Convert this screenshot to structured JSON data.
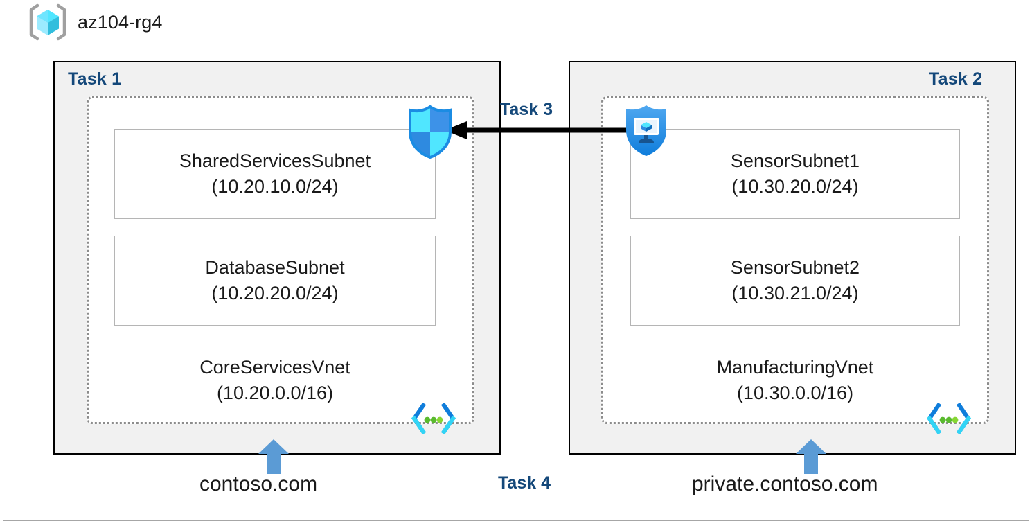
{
  "resource_group": {
    "name": "az104-rg4",
    "icon": "azure-resource-group-icon"
  },
  "task1": {
    "title": "Task 1",
    "vnet": {
      "name": "CoreServicesVnet",
      "cidr": "(10.20.0.0/16)",
      "icon": "virtual-network-icon"
    },
    "subnets": [
      {
        "name": "SharedServicesSubnet",
        "cidr": "(10.20.10.0/24)"
      },
      {
        "name": "DatabaseSubnet",
        "cidr": "(10.20.20.0/24)"
      }
    ],
    "dns_zone": "contoso.com"
  },
  "task2": {
    "title": "Task 2",
    "vnet": {
      "name": "ManufacturingVnet",
      "cidr": "(10.30.0.0/16)",
      "icon": "virtual-network-icon"
    },
    "subnets": [
      {
        "name": "SensorSubnet1",
        "cidr": "(10.30.20.0/24)"
      },
      {
        "name": "SensorSubnet2",
        "cidr": "(10.30.21.0/24)"
      }
    ],
    "dns_zone": "private.contoso.com"
  },
  "task3": {
    "title": "Task 3",
    "source_icon": "shield-monitor-icon",
    "target_icon": "shield-icon",
    "direction": "right-to-left"
  },
  "task4": {
    "title": "Task 4"
  },
  "colors": {
    "task_label": "#14487a",
    "container_fill": "#f1f1f1",
    "container_border": "#000000",
    "vnet_border": "#8c8c8c",
    "subnet_border": "#b5b5b5",
    "dns_arrow": "#5b9bd5",
    "connector": "#000000",
    "azure_cyan": "#50e6ff",
    "azure_blue": "#0078d4"
  }
}
